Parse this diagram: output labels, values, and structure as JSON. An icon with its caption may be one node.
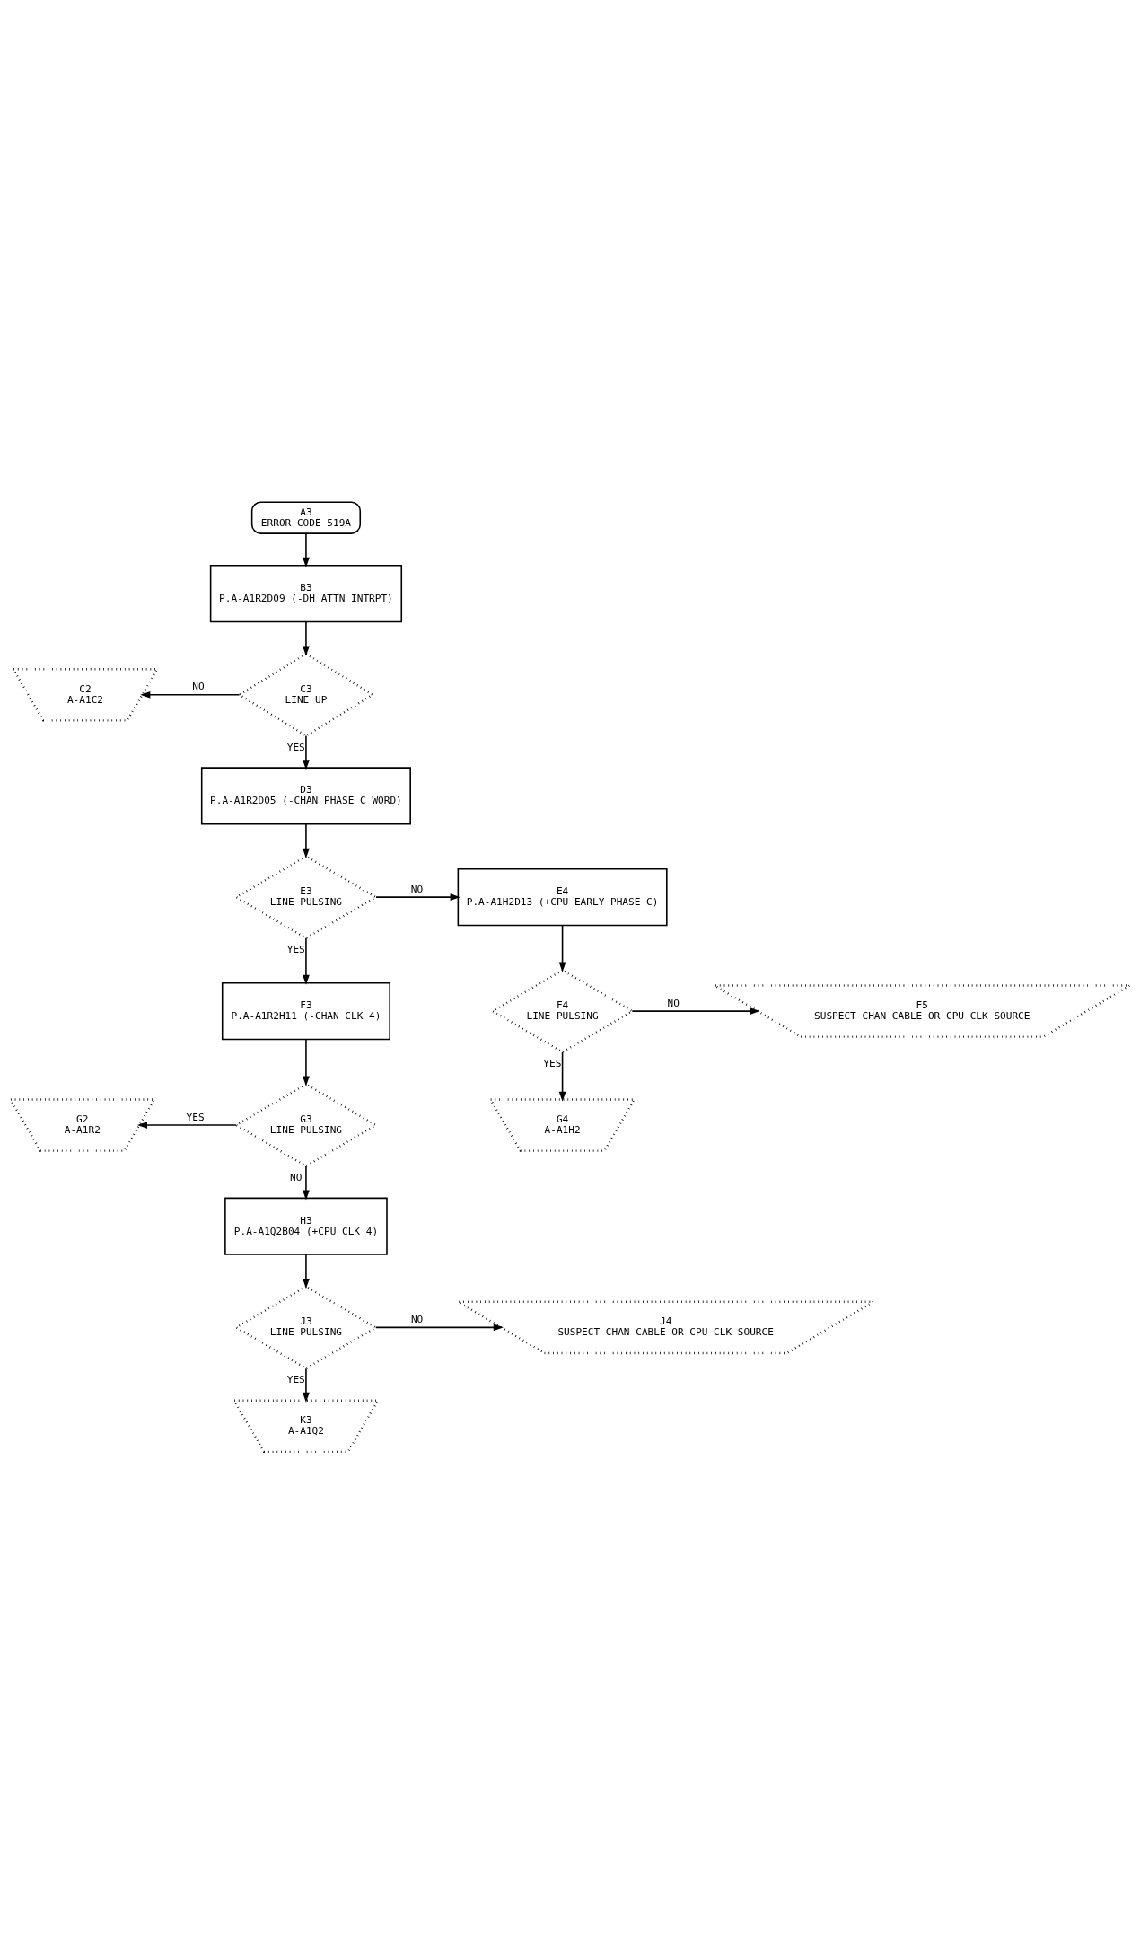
{
  "diagram": {
    "nodes": [
      {
        "text": [
          "A3",
          "ERROR CODE 519A"
        ]
      },
      {
        "text": [
          "B3",
          "P.A-A1R2D09 (-DH ATTN INTRPT)"
        ]
      },
      {
        "text": [
          "C3",
          "LINE UP"
        ]
      },
      {
        "text": [
          "C2",
          "A-A1C2"
        ]
      },
      {
        "text": [
          "D3",
          "P.A-A1R2D05 (-CHAN PHASE C WORD)"
        ]
      },
      {
        "text": [
          "E3",
          "LINE PULSING"
        ]
      },
      {
        "text": [
          "E4",
          "P.A-A1H2D13 (+CPU EARLY PHASE C)"
        ]
      },
      {
        "text": [
          "F3",
          "P.A-A1R2H11 (-CHAN CLK 4)"
        ]
      },
      {
        "text": [
          "F4",
          "LINE PULSING"
        ]
      },
      {
        "text": [
          "F5",
          "SUSPECT CHAN CABLE OR CPU CLK SOURCE"
        ]
      },
      {
        "text": [
          "G2",
          "A-A1R2"
        ]
      },
      {
        "text": [
          "G3",
          "LINE PULSING"
        ]
      },
      {
        "text": [
          "G4",
          "A-A1H2"
        ]
      },
      {
        "text": [
          "H3",
          "P.A-A1Q2B04 (+CPU CLK 4)"
        ]
      },
      {
        "text": [
          "J3",
          "LINE PULSING"
        ]
      },
      {
        "text": [
          "J4",
          "SUSPECT CHAN CABLE OR CPU CLK SOURCE"
        ]
      },
      {
        "text": [
          "K3",
          "A-A1Q2"
        ]
      }
    ],
    "edges": [
      {
        "from": 0,
        "to": 1,
        "arrow": "to"
      },
      {
        "from": 1,
        "to": 2,
        "arrow": "to"
      },
      {
        "from": 2,
        "to": 3,
        "label": "NO",
        "arrow": "to"
      },
      {
        "from": 2,
        "to": 4,
        "label": "YES",
        "arrow": "to"
      },
      {
        "from": 4,
        "to": 5,
        "arrow": "to"
      },
      {
        "from": 5,
        "to": 6,
        "label": "NO",
        "arrow": "to"
      },
      {
        "from": 5,
        "to": 7,
        "label": "YES",
        "arrow": "to"
      },
      {
        "from": 6,
        "to": 8,
        "arrow": "to"
      },
      {
        "from": 8,
        "to": 9,
        "label": "NO",
        "arrow": "to"
      },
      {
        "from": 8,
        "to": 12,
        "label": "YES",
        "arrow": "to"
      },
      {
        "from": 7,
        "to": 11,
        "arrow": "to"
      },
      {
        "from": 11,
        "to": 10,
        "label": "YES",
        "arrow": "to"
      },
      {
        "from": 11,
        "to": 13,
        "label": "NO",
        "arrow": "to"
      },
      {
        "from": 13,
        "to": 14,
        "arrow": "to"
      },
      {
        "from": 14,
        "to": 15,
        "label": "NO",
        "arrow": "to"
      },
      {
        "from": 14,
        "to": 16,
        "label": "YES",
        "arrow": "to"
      }
    ]
  }
}
